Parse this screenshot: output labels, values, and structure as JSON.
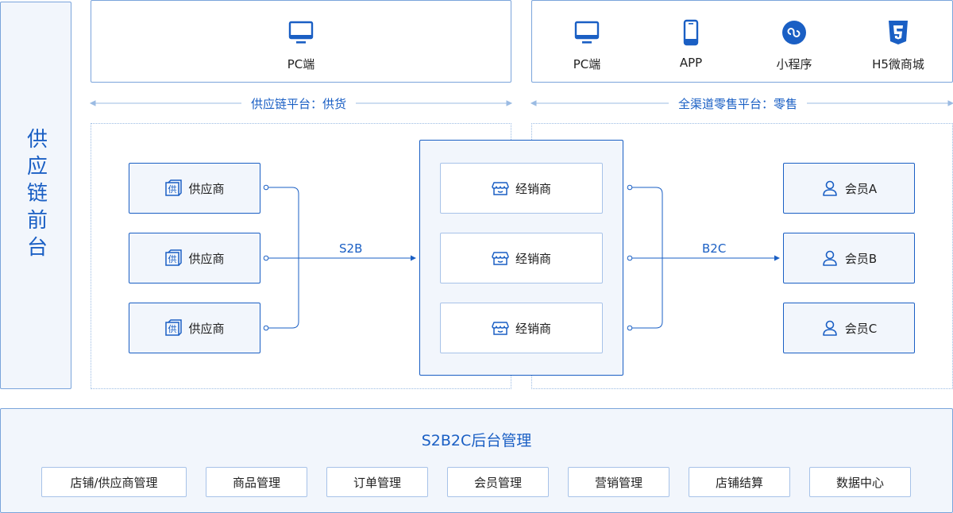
{
  "left_panel": {
    "title": "供应链前台"
  },
  "top_left": {
    "channels": [
      {
        "label": "PC端",
        "icon": "monitor-icon"
      }
    ]
  },
  "top_right": {
    "channels": [
      {
        "label": "PC端",
        "icon": "monitor-icon"
      },
      {
        "label": "APP",
        "icon": "phone-icon"
      },
      {
        "label": "小程序",
        "icon": "mini-program-icon"
      },
      {
        "label": "H5微商城",
        "icon": "html5-icon"
      }
    ]
  },
  "platforms": {
    "supply": "供应链平台：供货",
    "retail": "全渠道零售平台：零售"
  },
  "suppliers": [
    "供应商",
    "供应商",
    "供应商"
  ],
  "distributors": [
    "经销商",
    "经销商",
    "经销商"
  ],
  "members": [
    "会员A",
    "会员B",
    "会员C"
  ],
  "flows": {
    "s2b": "S2B",
    "b2c": "B2C"
  },
  "admin": {
    "title": "S2B2C后台管理",
    "modules": [
      "店铺/供应商管理",
      "商品管理",
      "订单管理",
      "会员管理",
      "营销管理",
      "店铺结算",
      "数据中心"
    ]
  },
  "colors": {
    "accent": "#1a5fc4",
    "border": "#7aa4db",
    "panel_bg": "#f2f6fc"
  }
}
